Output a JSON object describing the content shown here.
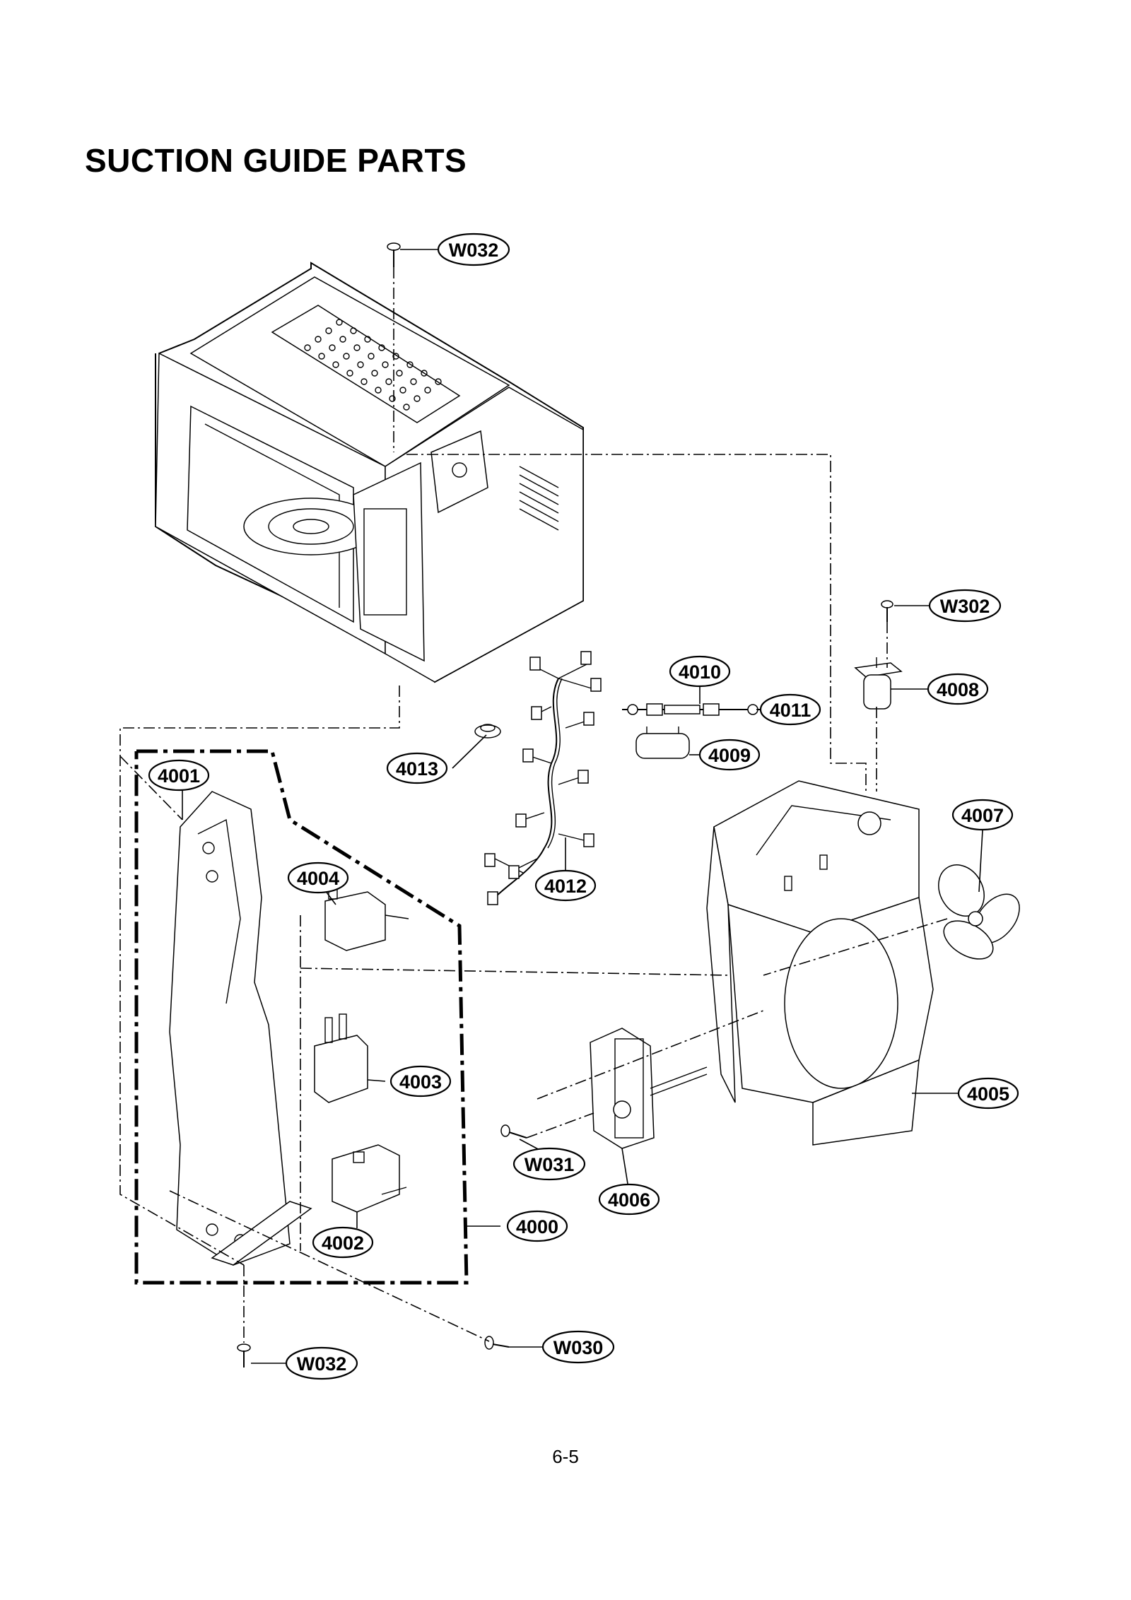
{
  "page": {
    "title": "SUCTION GUIDE PARTS",
    "page_number": "6-5"
  },
  "parts": [
    {
      "label": "W032"
    },
    {
      "label": "W302"
    },
    {
      "label": "4010"
    },
    {
      "label": "4011"
    },
    {
      "label": "4008"
    },
    {
      "label": "4009"
    },
    {
      "label": "4013"
    },
    {
      "label": "4001"
    },
    {
      "label": "4007"
    },
    {
      "label": "4004"
    },
    {
      "label": "4012"
    },
    {
      "label": "4003"
    },
    {
      "label": "4005"
    },
    {
      "label": "W031"
    },
    {
      "label": "4006"
    },
    {
      "label": "4000"
    },
    {
      "label": "4002"
    },
    {
      "label": "W030"
    },
    {
      "label": "W032"
    }
  ]
}
